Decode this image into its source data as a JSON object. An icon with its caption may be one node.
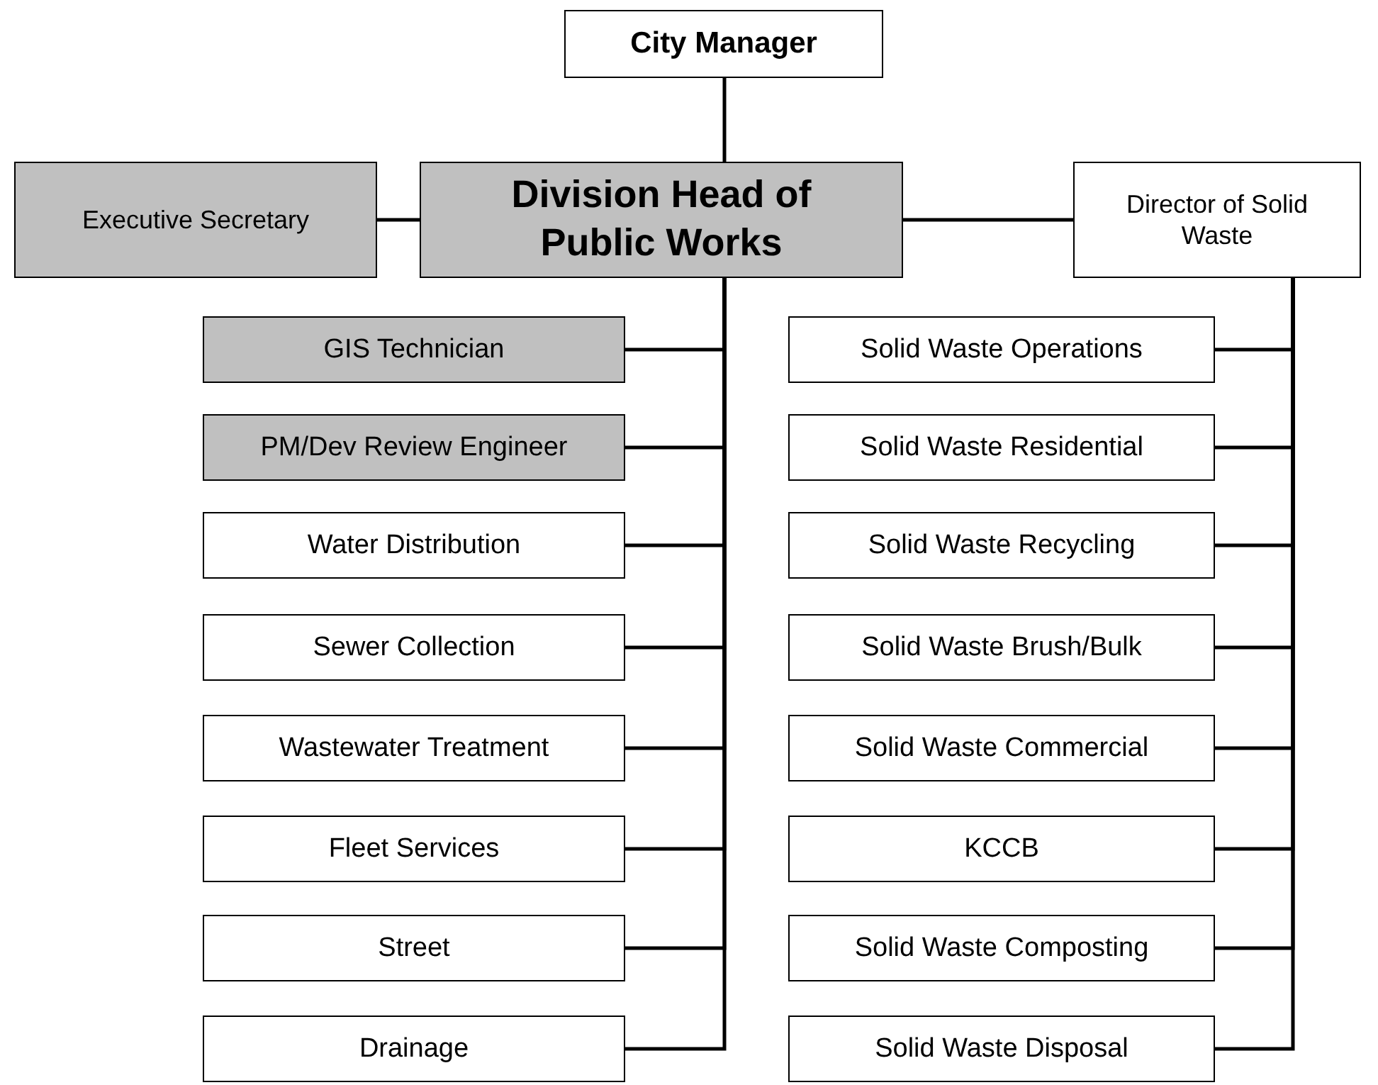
{
  "diagram": {
    "nodes": [
      {
        "text": [
          "City Manager"
        ]
      },
      {
        "text": [
          "Executive Secretary"
        ]
      },
      {
        "text": [
          "Division Head of Public Works"
        ]
      },
      {
        "text": [
          "Director of Solid Waste"
        ]
      },
      {
        "text": [
          "GIS Technician"
        ]
      },
      {
        "text": [
          "PM/Dev Review Engineer"
        ]
      },
      {
        "text": [
          "Water Distribution"
        ]
      },
      {
        "text": [
          "Sewer Collection"
        ]
      },
      {
        "text": [
          "Wastewater Treatment"
        ]
      },
      {
        "text": [
          "Fleet Services"
        ]
      },
      {
        "text": [
          "Street"
        ]
      },
      {
        "text": [
          "Drainage"
        ]
      },
      {
        "text": [
          "Solid Waste Operations"
        ]
      },
      {
        "text": [
          "Solid Waste Residential"
        ]
      },
      {
        "text": [
          "Solid Waste Recycling"
        ]
      },
      {
        "text": [
          "Solid Waste Brush/Bulk"
        ]
      },
      {
        "text": [
          "Solid Waste Commercial"
        ]
      },
      {
        "text": [
          "KCCB"
        ]
      },
      {
        "text": [
          "Solid Waste Composting"
        ]
      },
      {
        "text": [
          "Solid Waste Disposal"
        ]
      }
    ],
    "edges": [
      {
        "from": 0,
        "to": 2,
        "arrow": "none"
      },
      {
        "from": 2,
        "to": 1,
        "arrow": "none"
      },
      {
        "from": 2,
        "to": 3,
        "arrow": "none"
      },
      {
        "from": 2,
        "to": 4,
        "arrow": "none"
      },
      {
        "from": 2,
        "to": 5,
        "arrow": "none"
      },
      {
        "from": 2,
        "to": 6,
        "arrow": "none"
      },
      {
        "from": 2,
        "to": 7,
        "arrow": "none"
      },
      {
        "from": 2,
        "to": 8,
        "arrow": "none"
      },
      {
        "from": 2,
        "to": 9,
        "arrow": "none"
      },
      {
        "from": 2,
        "to": 10,
        "arrow": "none"
      },
      {
        "from": 2,
        "to": 11,
        "arrow": "none"
      },
      {
        "from": 3,
        "to": 12,
        "arrow": "none"
      },
      {
        "from": 3,
        "to": 13,
        "arrow": "none"
      },
      {
        "from": 3,
        "to": 14,
        "arrow": "none"
      },
      {
        "from": 3,
        "to": 15,
        "arrow": "none"
      },
      {
        "from": 3,
        "to": 16,
        "arrow": "none"
      },
      {
        "from": 3,
        "to": 17,
        "arrow": "none"
      },
      {
        "from": 3,
        "to": 18,
        "arrow": "none"
      },
      {
        "from": 3,
        "to": 19,
        "arrow": "none"
      }
    ]
  }
}
